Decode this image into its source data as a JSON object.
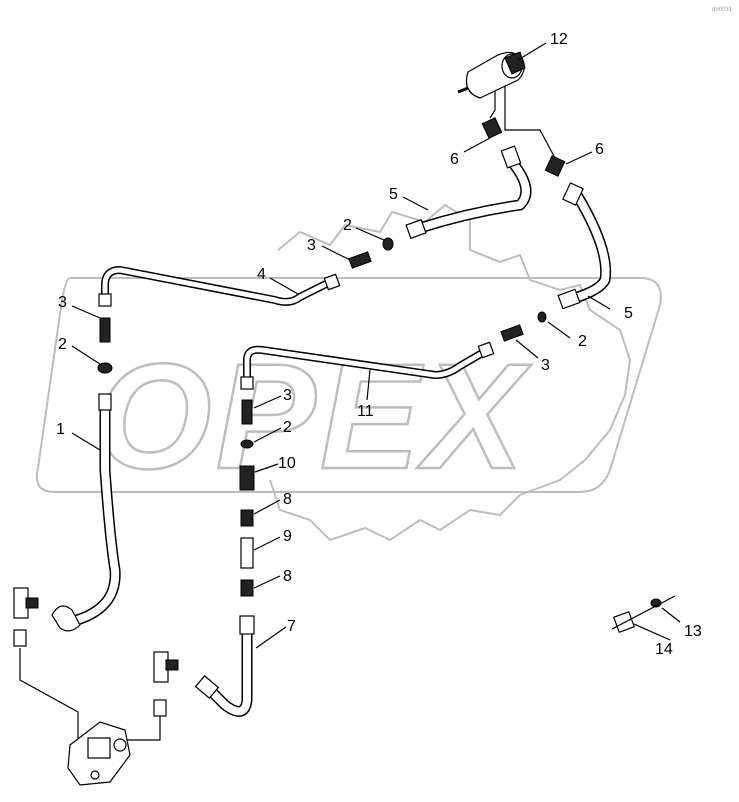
{
  "watermark": {
    "text": "OPEX"
  },
  "corner_mark": "dn0031",
  "callouts": [
    {
      "id": "c12",
      "label": "12"
    },
    {
      "id": "c6a",
      "label": "6"
    },
    {
      "id": "c6b",
      "label": "6"
    },
    {
      "id": "c5a",
      "label": "5"
    },
    {
      "id": "c5b",
      "label": "5"
    },
    {
      "id": "c2a",
      "label": "2"
    },
    {
      "id": "c3a",
      "label": "3"
    },
    {
      "id": "c4",
      "label": "4"
    },
    {
      "id": "c3b",
      "label": "3"
    },
    {
      "id": "c2b",
      "label": "2"
    },
    {
      "id": "c2c",
      "label": "2"
    },
    {
      "id": "c3c",
      "label": "3"
    },
    {
      "id": "c11",
      "label": "11"
    },
    {
      "id": "c1",
      "label": "1"
    },
    {
      "id": "c3d",
      "label": "3"
    },
    {
      "id": "c2d",
      "label": "2"
    },
    {
      "id": "c10",
      "label": "10"
    },
    {
      "id": "c8a",
      "label": "8"
    },
    {
      "id": "c9",
      "label": "9"
    },
    {
      "id": "c8b",
      "label": "8"
    },
    {
      "id": "c7",
      "label": "7"
    },
    {
      "id": "c13",
      "label": "13"
    },
    {
      "id": "c14",
      "label": "14"
    }
  ]
}
